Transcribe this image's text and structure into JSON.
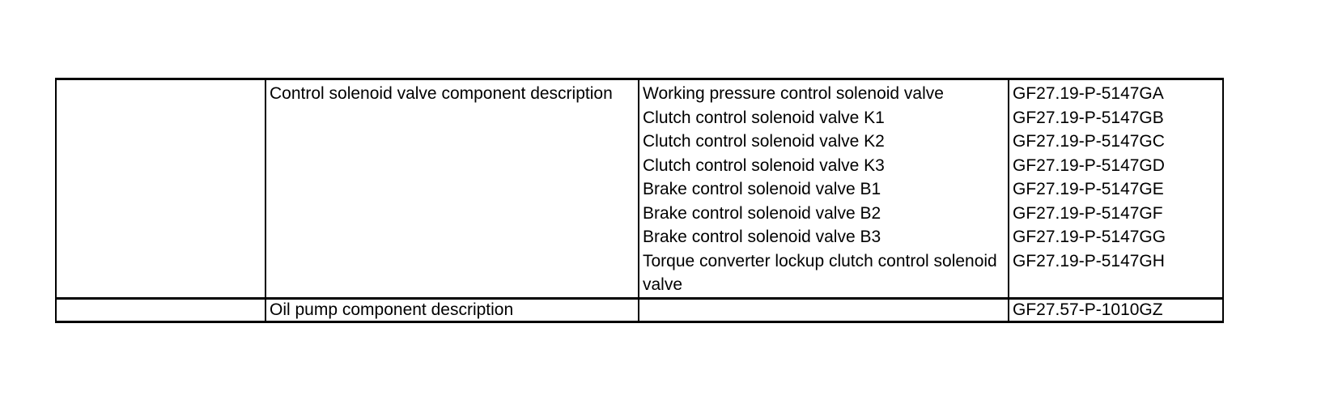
{
  "page": {
    "background_color": "#ffffff",
    "text_color": "#000000",
    "border_color": "#000000"
  },
  "table": {
    "rows": [
      {
        "group_label": "Control solenoid valve component description",
        "items": [
          {
            "description": "Working pressure control solenoid valve",
            "code": "GF27.19-P-5147GA"
          },
          {
            "description": "Clutch control solenoid valve K1",
            "code": "GF27.19-P-5147GB"
          },
          {
            "description": "Clutch control solenoid valve K2",
            "code": "GF27.19-P-5147GC"
          },
          {
            "description": "Clutch control solenoid valve K3",
            "code": "GF27.19-P-5147GD"
          },
          {
            "description": "Brake control solenoid valve B1",
            "code": "GF27.19-P-5147GE"
          },
          {
            "description": "Brake control solenoid valve B2",
            "code": "GF27.19-P-5147GF"
          },
          {
            "description": "Brake control solenoid valve B3",
            "code": "GF27.19-P-5147GG"
          },
          {
            "description": "Torque converter lockup clutch control solenoid valve",
            "code": "GF27.19-P-5147GH"
          }
        ]
      },
      {
        "group_label": "Oil pump component description",
        "description": "",
        "code": "GF27.57-P-1010GZ"
      }
    ]
  }
}
